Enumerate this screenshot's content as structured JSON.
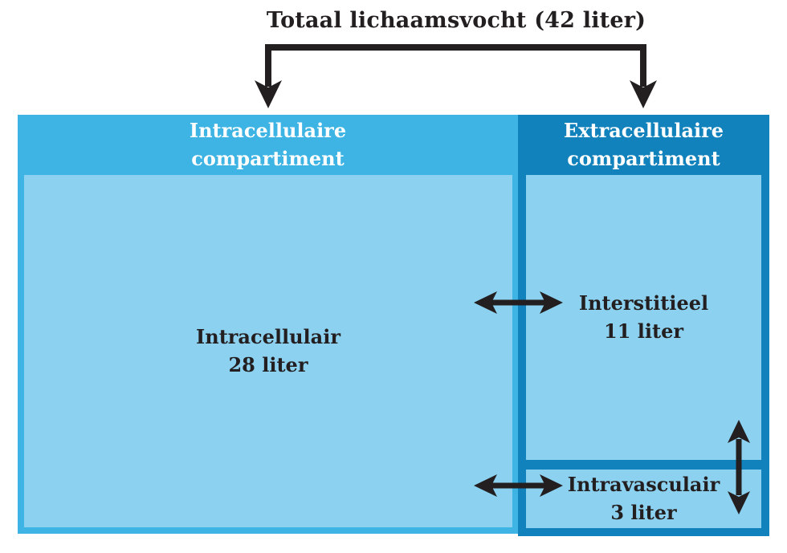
{
  "title": "Totaal lichaamsvocht (42 liter)",
  "total_volume_liters": 42,
  "compartments": {
    "intracellular": {
      "header_line1": "Intracellulaire",
      "header_line2": "compartiment",
      "label": "Intracellulair",
      "volume": "28 liter"
    },
    "extracellular": {
      "header_line1": "Extracellulaire",
      "header_line2": "compartiment",
      "cells": [
        {
          "label": "Interstitieel",
          "volume": "11 liter"
        },
        {
          "label": "Intravasculair",
          "volume": "3 liter"
        }
      ]
    }
  },
  "colors": {
    "medium_blue": "#3DB4E4",
    "dark_blue": "#1182BC",
    "light_blue": "#8CD2F0",
    "arrow_dark": "#231F20"
  }
}
